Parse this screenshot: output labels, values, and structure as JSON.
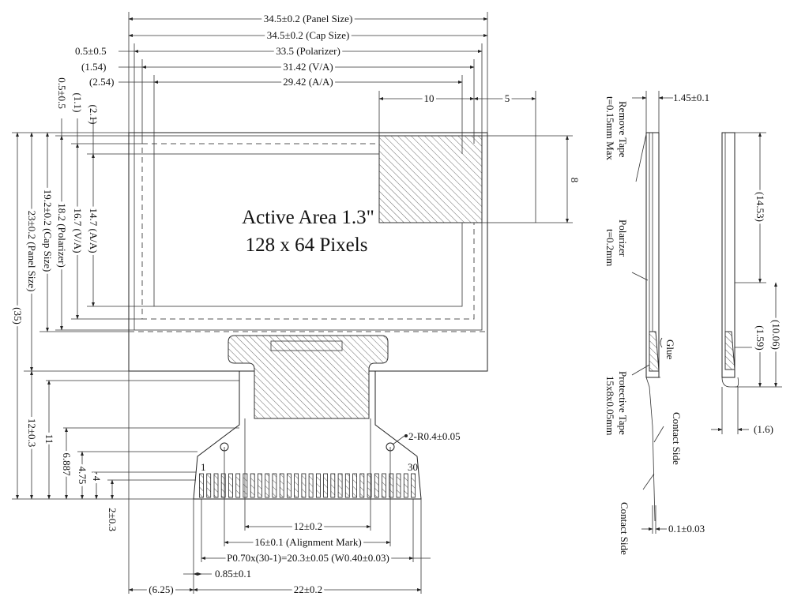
{
  "title": {
    "line1": "Active Area 1.3\"",
    "line2": "128 x 64 Pixels"
  },
  "dimensions": {
    "panel_width": "34.5±0.2 (Panel Size)",
    "cap_width": "34.5±0.2 (Cap Size)",
    "polarizer_width": "33.5 (Polarizer)",
    "va_width": "31.42 (V/A)",
    "aa_width": "29.42 (A/A)",
    "offset_05": "0.5±0.5",
    "offset_154": "(1.54)",
    "offset_254": "(2.54)",
    "dim_10": "10",
    "dim_5": "5",
    "dim_8": "8",
    "v_offset_05": "0.5±0.5",
    "v_offset_11": "(1.1)",
    "v_offset_21": "(2.1)",
    "aa_height": "14.7 (A/A)",
    "va_height": "16.7 (V/A)",
    "polarizer_height": "18.2 (Polarizer)",
    "cap_height": "19.2±0.2 (Cap Size)",
    "panel_height": "23±0.2 (Panel Size)",
    "total_height": "(35)",
    "fpc_12": "12±0.3",
    "fpc_11": "11",
    "fpc_6887": "6.887",
    "fpc_475": "4.75",
    "fpc_4": "4",
    "fpc_2": "2±0.3",
    "radius": "2-R0.4±0.05",
    "pin_first": "1",
    "pin_last": "30",
    "width_12": "12±0.2",
    "alignment": "16±0.1 (Alignment Mark)",
    "pitch": "P0.70x(30-1)=20.3±0.05 (W0.40±0.03)",
    "edge_085": "0.85±0.1",
    "left_625": "(6.25)",
    "fpc_width": "22±0.2"
  },
  "side_view": {
    "thickness": "1.45±0.1",
    "remove_tape_1": "Remove Tape",
    "remove_tape_2": "t=0.15mm Max",
    "polarizer_1": "Polarizer",
    "polarizer_2": "t=0.2mm",
    "glue": "Glue",
    "protective_1": "Protective Tape",
    "protective_2": "15x8x0.05mm",
    "contact_side_a": "Contact Side",
    "contact_side_b": "Contact Side",
    "fpc_thickness": "0.1±0.03",
    "h_1453": "(14.53)",
    "h_1006": "(10.06)",
    "h_159": "(1.59)",
    "w_16": "(1.6)"
  }
}
